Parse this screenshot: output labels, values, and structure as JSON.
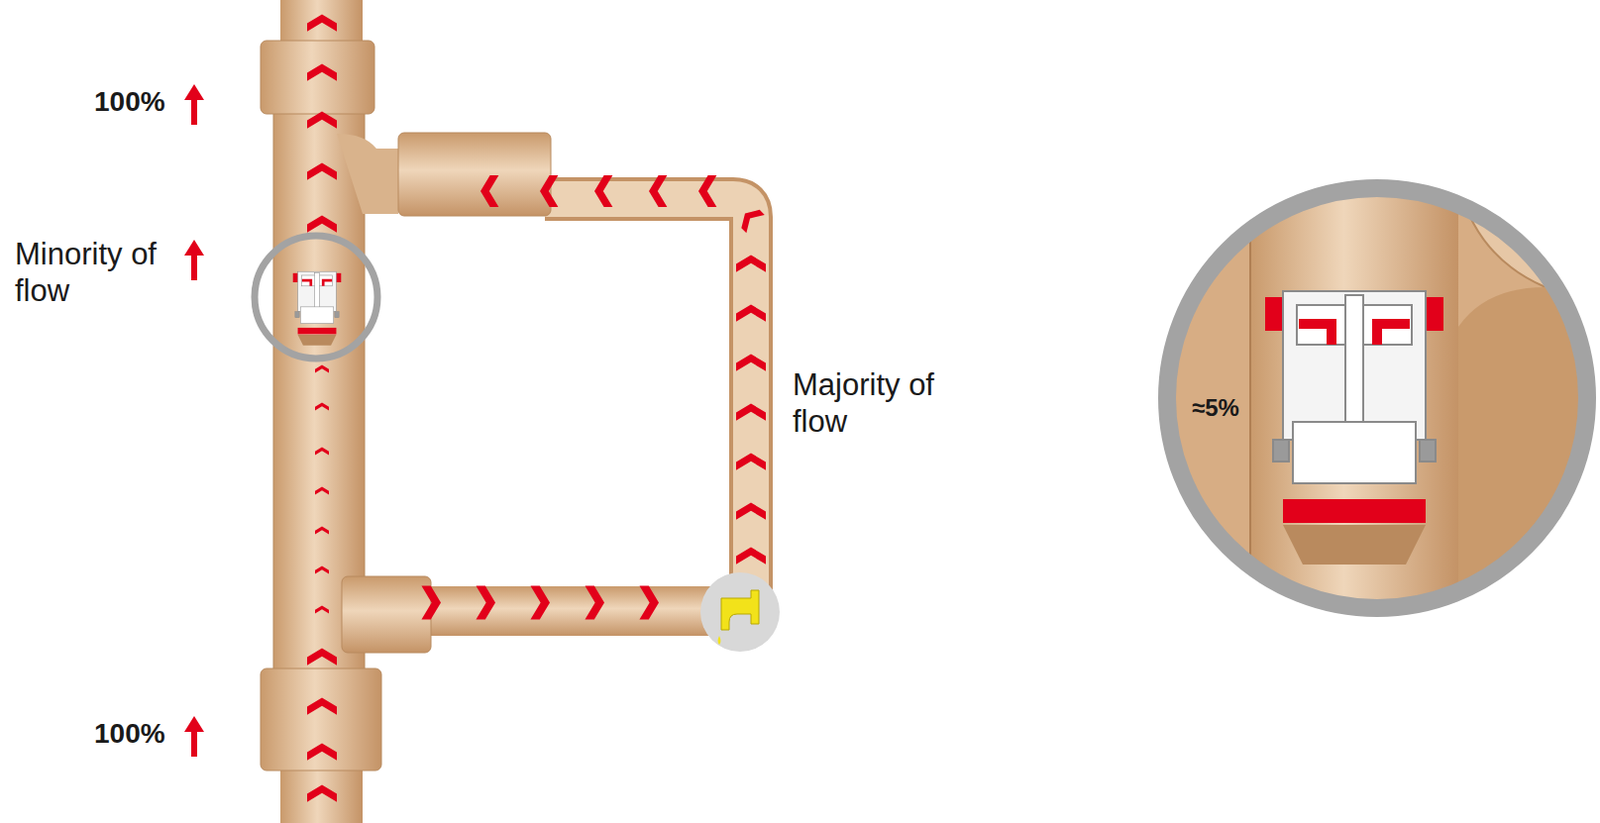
{
  "diagram": {
    "labels": [
      "100%",
      "Minority of flow",
      "Majority of flow",
      "100%",
      "≈5%"
    ]
  }
}
